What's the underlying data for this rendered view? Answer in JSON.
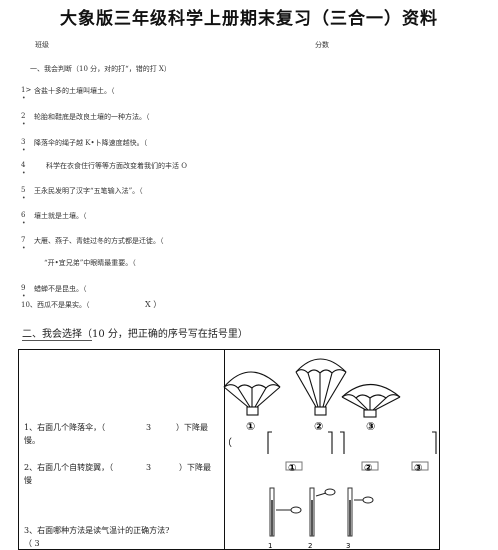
{
  "title": "大象版三年级科学上册期末复习（三合一）资料",
  "header": {
    "class_label": "班级",
    "score_label": "分数"
  },
  "section1": {
    "heading": "一、我会判断（10 分，对的打“，错的打 X）",
    "items": [
      {
        "num": "1>",
        "text": "含盐十多的土壤叫壤土。（"
      },
      {
        "num": "2",
        "text": "轮胎和鞋底是改良土壤的一种方法。（"
      },
      {
        "num": "3",
        "text": "降落伞的绳子越 K•卜降速度越快。（"
      },
      {
        "num": "4",
        "text": "科学在衣食住行等等方面改变着我们的丰活 O"
      },
      {
        "num": "5",
        "text": "王永民发明了汉字“五笔输入法”。（"
      },
      {
        "num": "6",
        "text": "壤土就是土壤。（"
      },
      {
        "num": "7",
        "text": "大雁、燕子、青蛙过冬的方式都是迁徙。（"
      },
      {
        "num": "",
        "text": "“开•宜兄弟”中眼睛最重要。（"
      },
      {
        "num": "9",
        "text": "蜡蝉不是昆虫。（"
      },
      {
        "num": "10、",
        "text": "西瓜不是果实。（",
        "mark": "X ）"
      }
    ],
    "dot": "•"
  },
  "section2": {
    "heading_pre": "二、我会选择（",
    "heading_num": "10 分，把正确的序号写在括号里）",
    "questions": [
      {
        "text": "1、右面几个降落伞，（",
        "answer": "3",
        "tail": "）下降最",
        "tail2": "慢。"
      },
      {
        "text": "2、右面几个自转旋翼，（",
        "answer": "3",
        "tail": "）下降最",
        "tail2": "慢"
      },
      {
        "text": "3、右面哪种方法是读气温计的正确方法?",
        "tail2": "（   3"
      }
    ],
    "parachute_labels": [
      "①",
      "②",
      "③"
    ],
    "rotor_labels": [
      "①",
      "②",
      "③"
    ],
    "thermo_labels": [
      "1",
      "2",
      "3"
    ],
    "left_paren": "（"
  }
}
